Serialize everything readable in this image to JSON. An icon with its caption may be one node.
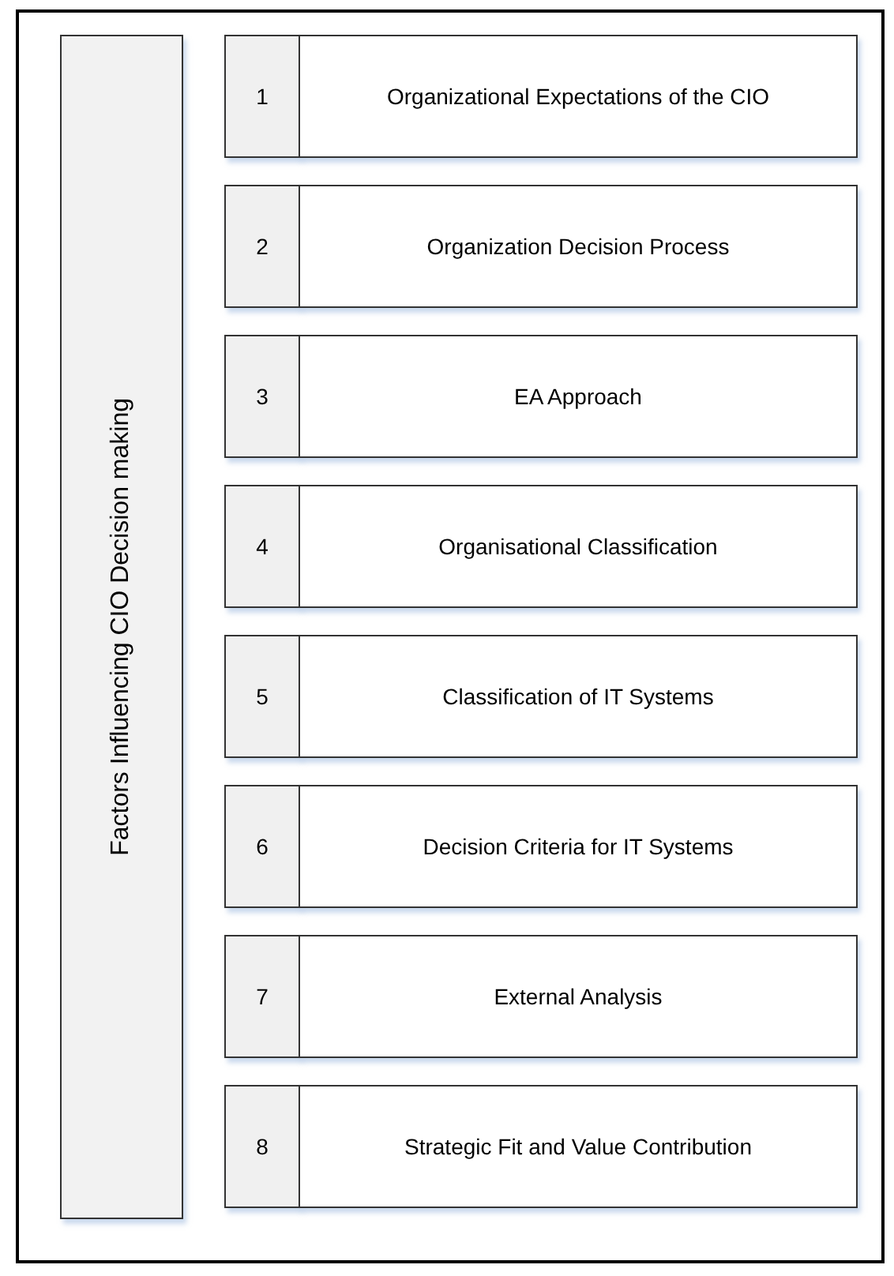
{
  "diagram": {
    "nodes": [
      {
        "text": [
          "Factors Influencing CIO Decision making"
        ]
      },
      {
        "text": [
          "1"
        ]
      },
      {
        "text": [
          "Organizational Expectations of the CIO"
        ]
      },
      {
        "text": [
          "2"
        ]
      },
      {
        "text": [
          "Organization Decision Process"
        ]
      },
      {
        "text": [
          "3"
        ]
      },
      {
        "text": [
          "EA Approach"
        ]
      },
      {
        "text": [
          "4"
        ]
      },
      {
        "text": [
          "Organisational Classification"
        ]
      },
      {
        "text": [
          "5"
        ]
      },
      {
        "text": [
          "Classification of IT Systems"
        ]
      },
      {
        "text": [
          "6"
        ]
      },
      {
        "text": [
          "Decision Criteria for IT Systems"
        ]
      },
      {
        "text": [
          "7"
        ]
      },
      {
        "text": [
          "External Analysis"
        ]
      },
      {
        "text": [
          "8"
        ]
      },
      {
        "text": [
          "Strategic Fit and Value Contribution"
        ]
      }
    ]
  }
}
